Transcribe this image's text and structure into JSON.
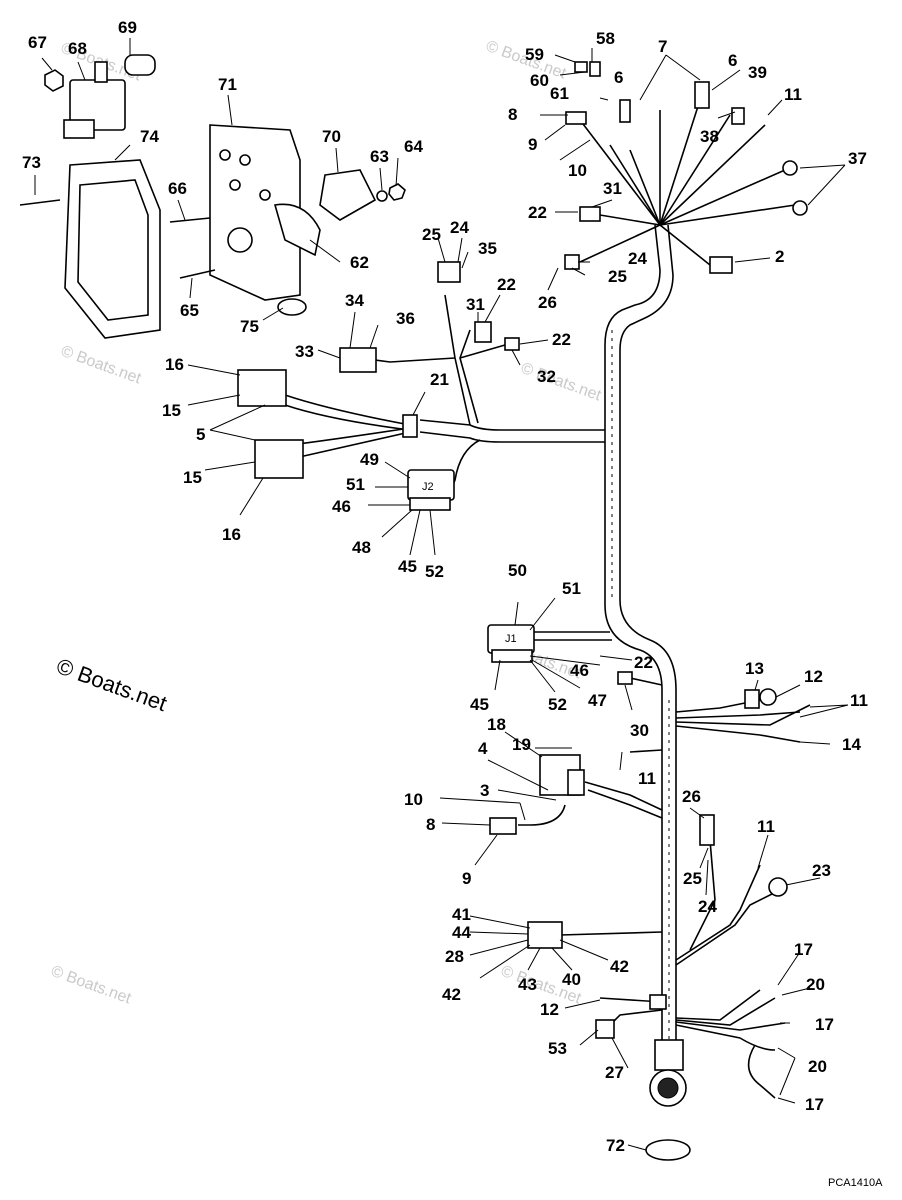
{
  "copyright_marks": [
    "© Boats.net",
    "© Boats.net",
    "© Boats.net",
    "© Boats.net",
    "© Boats.net",
    "© Boats.net",
    "© Boats.net",
    "© Boats.net"
  ],
  "main_watermark": "© Boats.net",
  "figure_code": "PCA1410A",
  "callouts": [
    "67",
    "68",
    "69",
    "71",
    "74",
    "73",
    "66",
    "65",
    "75",
    "70",
    "63",
    "64",
    "62",
    "59",
    "58",
    "60",
    "7",
    "6",
    "61",
    "8",
    "9",
    "10",
    "6",
    "39",
    "38",
    "11",
    "37",
    "31",
    "22",
    "25",
    "24",
    "35",
    "24",
    "25",
    "26",
    "2",
    "34",
    "36",
    "33",
    "31",
    "22",
    "22",
    "32",
    "16",
    "15",
    "5",
    "21",
    "15",
    "16",
    "49",
    "51",
    "46",
    "48",
    "45",
    "52",
    "50",
    "51",
    "22",
    "46",
    "45",
    "52",
    "47",
    "30",
    "13",
    "12",
    "11",
    "14",
    "18",
    "19",
    "4",
    "3",
    "11",
    "10",
    "8",
    "9",
    "26",
    "25",
    "24",
    "11",
    "23",
    "41",
    "44",
    "28",
    "42",
    "43",
    "40",
    "42",
    "17",
    "20",
    "12",
    "17",
    "53",
    "27",
    "20",
    "17",
    "72"
  ]
}
